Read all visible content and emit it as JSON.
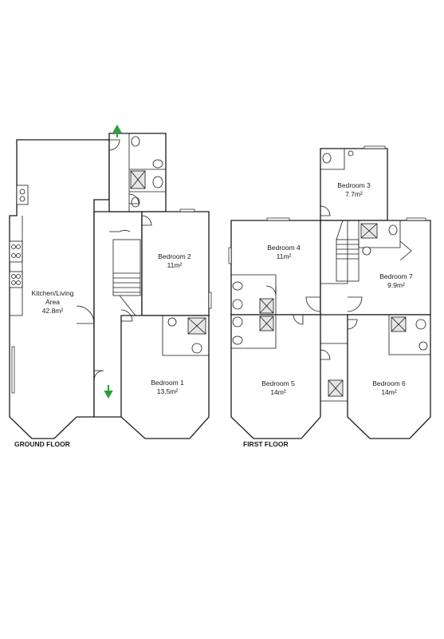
{
  "floors": [
    {
      "label": "GROUND FLOOR"
    },
    {
      "label": "FIRST FLOOR"
    }
  ],
  "rooms": {
    "kitchen": {
      "name_line1": "Kitchen/Living",
      "name_line2": "Area",
      "area": "42.8m²"
    },
    "bedroom2": {
      "name": "Bedroom 2",
      "area": "11m²"
    },
    "bedroom1": {
      "name": "Bedroom 1",
      "area": "13.5m²"
    },
    "bedroom3": {
      "name": "Bedroom 3",
      "area": "7.7m²"
    },
    "bedroom4": {
      "name": "Bedroom 4",
      "area": "11m²"
    },
    "bedroom7": {
      "name": "Bedroom 7",
      "area": "9.9m²"
    },
    "bedroom5": {
      "name": "Bedroom 5",
      "area": "14m²"
    },
    "bedroom6": {
      "name": "Bedroom 6",
      "area": "14m²"
    }
  },
  "colors": {
    "walls": "#1a1a1a",
    "entrance_arrow": "#22a33a",
    "shower_fill": "#e6e6e6"
  }
}
